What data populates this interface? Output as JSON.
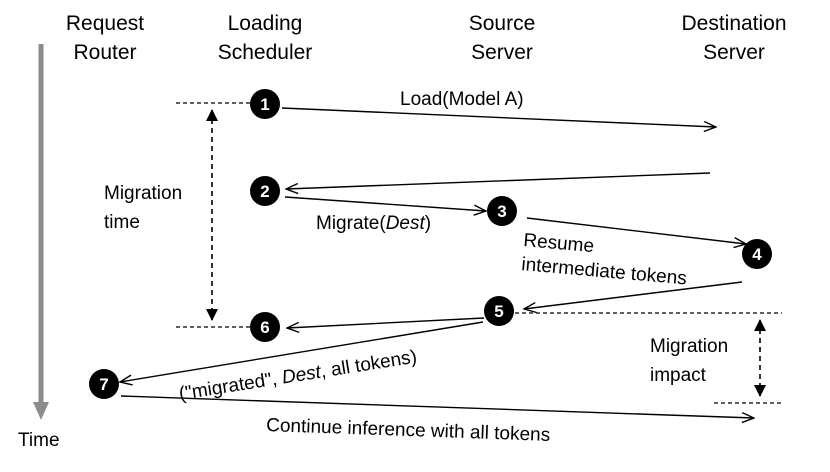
{
  "columns": {
    "request_router": [
      "Request",
      "Router"
    ],
    "loading_scheduler": [
      "Loading",
      "Scheduler"
    ],
    "source_server": [
      "Source",
      "Server"
    ],
    "destination_server": [
      "Destination",
      "Server"
    ]
  },
  "time_label": "Time",
  "steps": [
    "1",
    "2",
    "3",
    "4",
    "5",
    "6",
    "7"
  ],
  "messages": {
    "load": "Load(Model A)",
    "migrate_prefix": "Migrate(",
    "migrate_dest": "Dest",
    "migrate_suffix": ")",
    "resume_line1": "Resume",
    "resume_line2": "intermediate tokens",
    "reply_prefix": "(\"migrated\", ",
    "reply_dest": "Dest",
    "reply_suffix": ", all tokens)",
    "continue": "Continue inference with all tokens"
  },
  "annotations": {
    "migration_time": [
      "Migration",
      "time"
    ],
    "migration_impact": [
      "Migration",
      "impact"
    ]
  },
  "colors": {
    "time_axis": "#8c8c8c",
    "step_circle": "#000000",
    "step_text": "#ffffff",
    "line": "#000000"
  }
}
